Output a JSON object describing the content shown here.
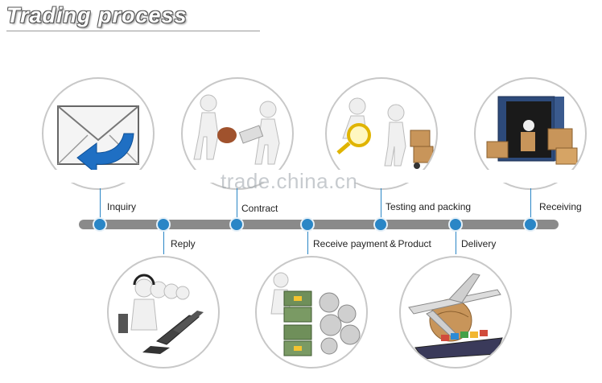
{
  "title": "Trading process",
  "watermark": "trade.china.cn",
  "steps": {
    "inquiry": "Inquiry",
    "reply": "Reply",
    "contract": "Contract",
    "receive_payment": "Receive payment & Product",
    "testing_packing": "Testing and packing",
    "delivery": "Delivery",
    "receiving": "Receiving"
  },
  "colors": {
    "accent": "#2a86c6",
    "timeline": "#8a8a8a",
    "circle_border": "#c8c8c8"
  },
  "icons": [
    "envelope-icon",
    "contract-figures-icon",
    "magnifier-box-icon",
    "container-icon",
    "call-center-icon",
    "money-gears-icon",
    "plane-ship-globe-icon"
  ]
}
